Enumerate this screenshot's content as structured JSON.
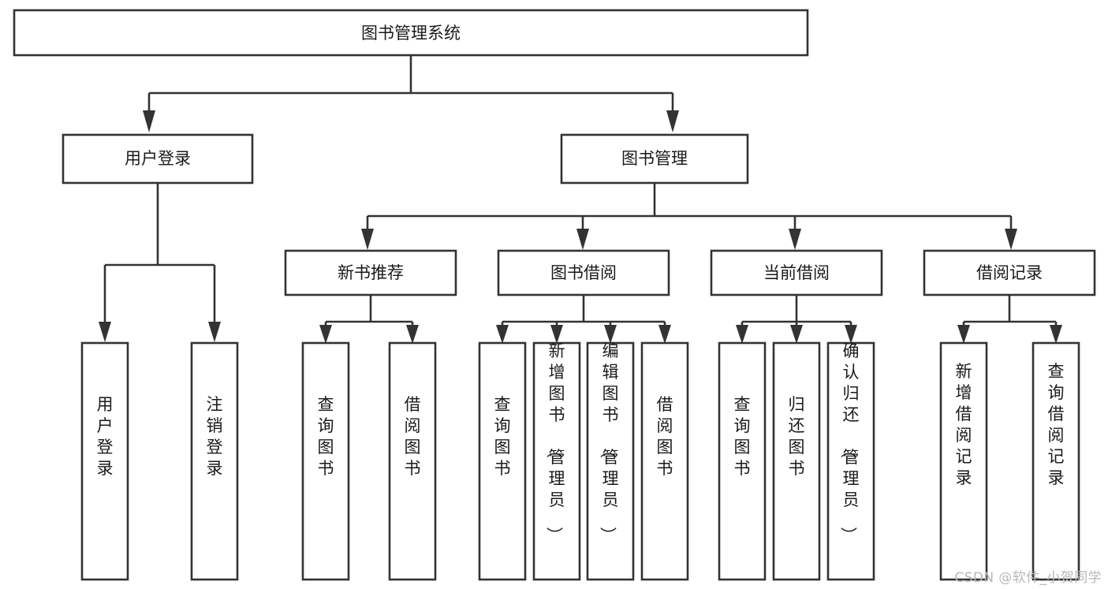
{
  "diagram": {
    "type": "tree-hierarchy-chart",
    "title": "图书管理系统",
    "watermark": "CSDN @软件_小贺同学",
    "colors": {
      "stroke": "#333333",
      "fill": "#ffffff",
      "text": "#1a1a1a",
      "watermark": "#b8b8b8"
    },
    "levels": {
      "root": {
        "label": "图书管理系统",
        "orientation": "horizontal"
      },
      "level1": [
        {
          "label": "用户登录",
          "orientation": "horizontal"
        },
        {
          "label": "图书管理",
          "orientation": "horizontal"
        }
      ],
      "level2": [
        {
          "label": "新书推荐",
          "orientation": "horizontal"
        },
        {
          "label": "图书借阅",
          "orientation": "horizontal"
        },
        {
          "label": "当前借阅",
          "orientation": "horizontal"
        },
        {
          "label": "借阅记录",
          "orientation": "horizontal"
        }
      ],
      "leaves": {
        "user_login": [
          {
            "label": "用户登录",
            "orientation": "vertical"
          },
          {
            "label": "注销登录",
            "orientation": "vertical"
          }
        ],
        "new_book_recommend": [
          {
            "label": "查询图书",
            "orientation": "vertical"
          },
          {
            "label": "借阅图书",
            "orientation": "vertical"
          }
        ],
        "book_borrow": [
          {
            "label": "查询图书",
            "orientation": "vertical"
          },
          {
            "label": "新增图书（管理员）",
            "orientation": "vertical"
          },
          {
            "label": "编辑图书（管理员）",
            "orientation": "vertical"
          },
          {
            "label": "借阅图书",
            "orientation": "vertical"
          }
        ],
        "current_borrow": [
          {
            "label": "查询图书",
            "orientation": "vertical"
          },
          {
            "label": "归还图书",
            "orientation": "vertical"
          },
          {
            "label": "确认归还（管理员）",
            "orientation": "vertical"
          }
        ],
        "borrow_record": [
          {
            "label": "新增借阅记录",
            "orientation": "vertical"
          },
          {
            "label": "查询借阅记录",
            "orientation": "vertical"
          }
        ]
      }
    }
  }
}
